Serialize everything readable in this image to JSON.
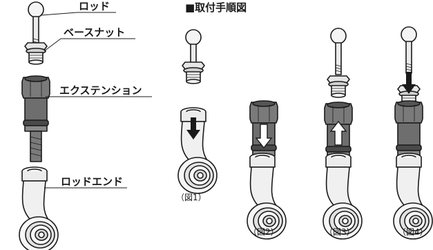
{
  "title": "■取付手順図",
  "parts": {
    "rod": "ロッド",
    "base_nut": "ベースナット",
    "extension": "エクステンション",
    "rod_end": "ロッドエンド"
  },
  "figures": {
    "fig1": "（図1）",
    "fig2": "（図2）",
    "fig3": "（図3）",
    "fig4": "（図4）"
  },
  "colors": {
    "outline": "#1a1a1a",
    "metal_light": "#f2f2f2",
    "metal_mid": "#d6d6d6",
    "extension_dark": "#6e6e6e",
    "extension_band": "#4a4a4a",
    "arrow_fill": "#1a1a1a",
    "arrow_white": "#ffffff"
  }
}
